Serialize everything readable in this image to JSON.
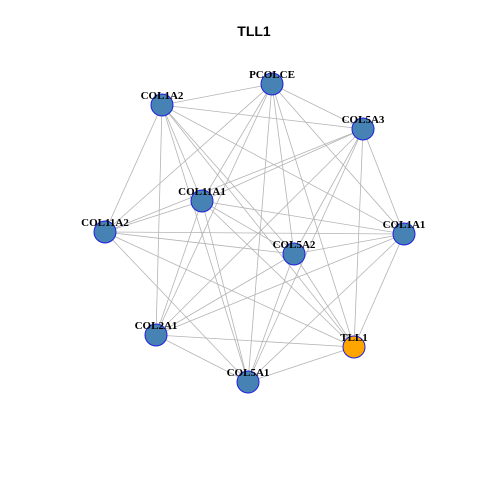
{
  "title": "TLL1",
  "colors": {
    "edge": "#b4b4b4",
    "node_fill": "#4682b4",
    "node_stroke": "#1f1fdd",
    "highlight_fill": "#ffa500",
    "highlight_stroke": "#1f1fdd",
    "background": "#ffffff"
  },
  "nodes": [
    {
      "id": "PCOLCE",
      "label": "PCOLCE",
      "highlight": false
    },
    {
      "id": "COL1A2",
      "label": "COL1A2",
      "highlight": false
    },
    {
      "id": "COL5A3",
      "label": "COL5A3",
      "highlight": false
    },
    {
      "id": "COL11A1",
      "label": "COL11A1",
      "highlight": false
    },
    {
      "id": "COL11A2",
      "label": "COL11A2",
      "highlight": false
    },
    {
      "id": "COL1A1",
      "label": "COL1A1",
      "highlight": false
    },
    {
      "id": "COL5A2",
      "label": "COL5A2",
      "highlight": false
    },
    {
      "id": "COL2A1",
      "label": "COL2A1",
      "highlight": false
    },
    {
      "id": "TLL1",
      "label": "TLL1",
      "highlight": true
    },
    {
      "id": "COL5A1",
      "label": "COL5A1",
      "highlight": false
    }
  ],
  "edges": [
    [
      "PCOLCE",
      "COL1A2"
    ],
    [
      "PCOLCE",
      "COL5A3"
    ],
    [
      "PCOLCE",
      "COL11A1"
    ],
    [
      "PCOLCE",
      "COL11A2"
    ],
    [
      "PCOLCE",
      "COL1A1"
    ],
    [
      "PCOLCE",
      "COL5A2"
    ],
    [
      "PCOLCE",
      "COL2A1"
    ],
    [
      "PCOLCE",
      "TLL1"
    ],
    [
      "PCOLCE",
      "COL5A1"
    ],
    [
      "COL1A2",
      "COL5A3"
    ],
    [
      "COL1A2",
      "COL11A1"
    ],
    [
      "COL1A2",
      "COL11A2"
    ],
    [
      "COL1A2",
      "COL1A1"
    ],
    [
      "COL1A2",
      "COL5A2"
    ],
    [
      "COL1A2",
      "COL2A1"
    ],
    [
      "COL1A2",
      "TLL1"
    ],
    [
      "COL1A2",
      "COL5A1"
    ],
    [
      "COL5A3",
      "COL11A1"
    ],
    [
      "COL5A3",
      "COL11A2"
    ],
    [
      "COL5A3",
      "COL1A1"
    ],
    [
      "COL5A3",
      "COL5A2"
    ],
    [
      "COL5A3",
      "COL2A1"
    ],
    [
      "COL5A3",
      "TLL1"
    ],
    [
      "COL5A3",
      "COL5A1"
    ],
    [
      "COL11A1",
      "COL11A2"
    ],
    [
      "COL11A1",
      "COL1A1"
    ],
    [
      "COL11A1",
      "COL5A2"
    ],
    [
      "COL11A1",
      "COL2A1"
    ],
    [
      "COL11A1",
      "TLL1"
    ],
    [
      "COL11A1",
      "COL5A1"
    ],
    [
      "COL11A2",
      "COL1A1"
    ],
    [
      "COL11A2",
      "COL5A2"
    ],
    [
      "COL11A2",
      "TLL1"
    ],
    [
      "COL11A2",
      "COL5A1"
    ],
    [
      "COL1A1",
      "COL5A2"
    ],
    [
      "COL1A1",
      "COL2A1"
    ],
    [
      "COL1A1",
      "TLL1"
    ],
    [
      "COL1A1",
      "COL5A1"
    ],
    [
      "COL5A2",
      "COL2A1"
    ],
    [
      "COL5A2",
      "TLL1"
    ],
    [
      "COL5A2",
      "COL5A1"
    ],
    [
      "COL2A1",
      "TLL1"
    ],
    [
      "COL2A1",
      "COL5A1"
    ],
    [
      "TLL1",
      "COL5A1"
    ]
  ]
}
